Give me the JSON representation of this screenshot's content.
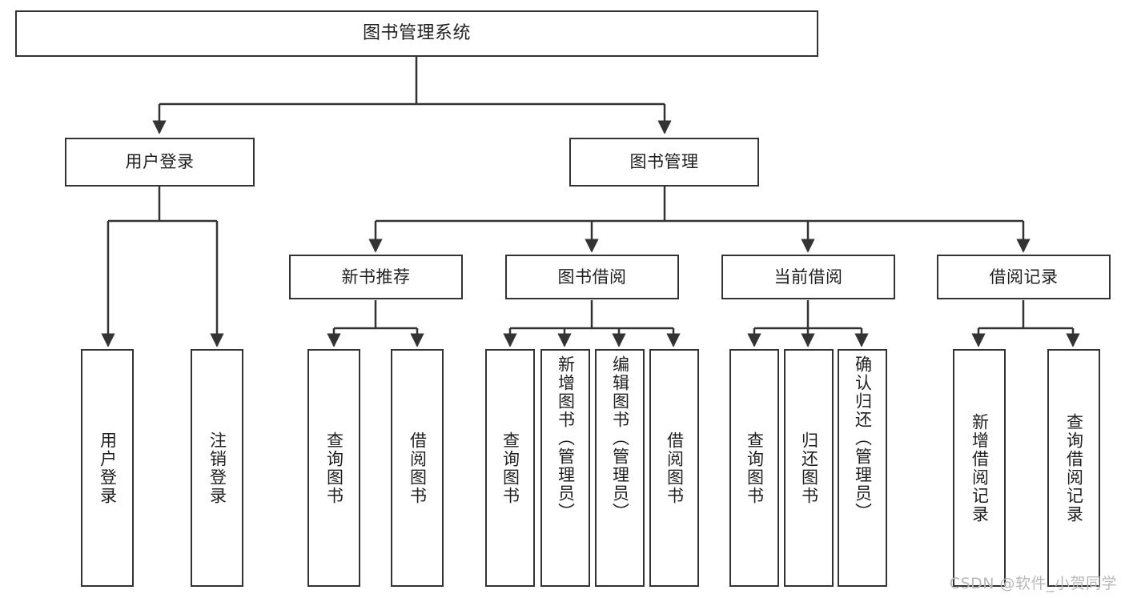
{
  "diagram": {
    "title": "图书管理系统",
    "watermark": "CSDN @软件_小贺同学",
    "accent_color": "#333333",
    "background_color": "#ffffff",
    "nodes": {
      "root": {
        "label": "图书管理系统"
      },
      "level1": [
        {
          "label": "用户登录"
        },
        {
          "label": "图书管理"
        }
      ],
      "level2": [
        {
          "label": "新书推荐"
        },
        {
          "label": "图书借阅"
        },
        {
          "label": "当前借阅"
        },
        {
          "label": "借阅记录"
        }
      ],
      "leaves": {
        "user_login": [
          {
            "label": "用户登录"
          },
          {
            "label": "注销登录"
          }
        ],
        "new_book_recommend": [
          {
            "label": "查询图书"
          },
          {
            "label": "借阅图书"
          }
        ],
        "book_borrow": [
          {
            "label": "查询图书"
          },
          {
            "label": "新增图书（管理员）"
          },
          {
            "label": "编辑图书（管理员）"
          },
          {
            "label": "借阅图书"
          }
        ],
        "current_borrow": [
          {
            "label": "查询图书"
          },
          {
            "label": "归还图书"
          },
          {
            "label": "确认归还（管理员）"
          }
        ],
        "borrow_record": [
          {
            "label": "新增借阅记录"
          },
          {
            "label": "查询借阅记录"
          }
        ]
      }
    }
  }
}
